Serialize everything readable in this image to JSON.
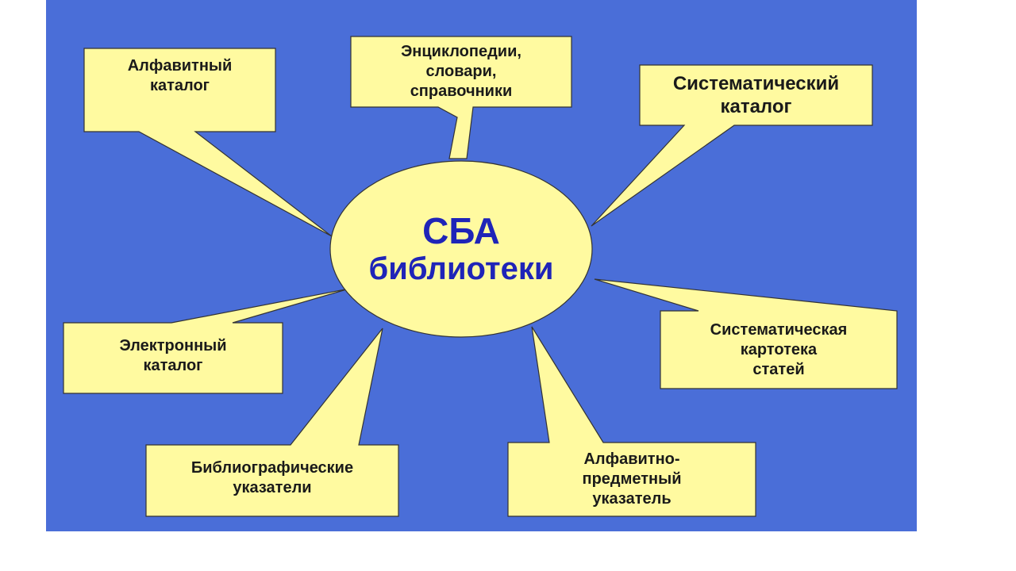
{
  "colors": {
    "background": "#4a6ed8",
    "callout_fill": "#fffaa0",
    "outline": "#333333",
    "center_text": "#1f24b8"
  },
  "center": {
    "line1": "СБА",
    "line2": "библиотеки"
  },
  "nodes": {
    "alphabetic_catalog": "Алфавитный\nкаталог",
    "encyclopedias": "Энциклопедии,\nсловари,\nсправочники",
    "systematic_catalog": "Систематический\nкаталог",
    "electronic_catalog": "Электронный\nкаталог",
    "systematic_card_index": "Систематическая\nкартотека\nстатей",
    "bibliographic_indexes": "Библиографические\nуказатели",
    "subject_index": "Алфавитно-\nпредметный\nуказатель"
  }
}
